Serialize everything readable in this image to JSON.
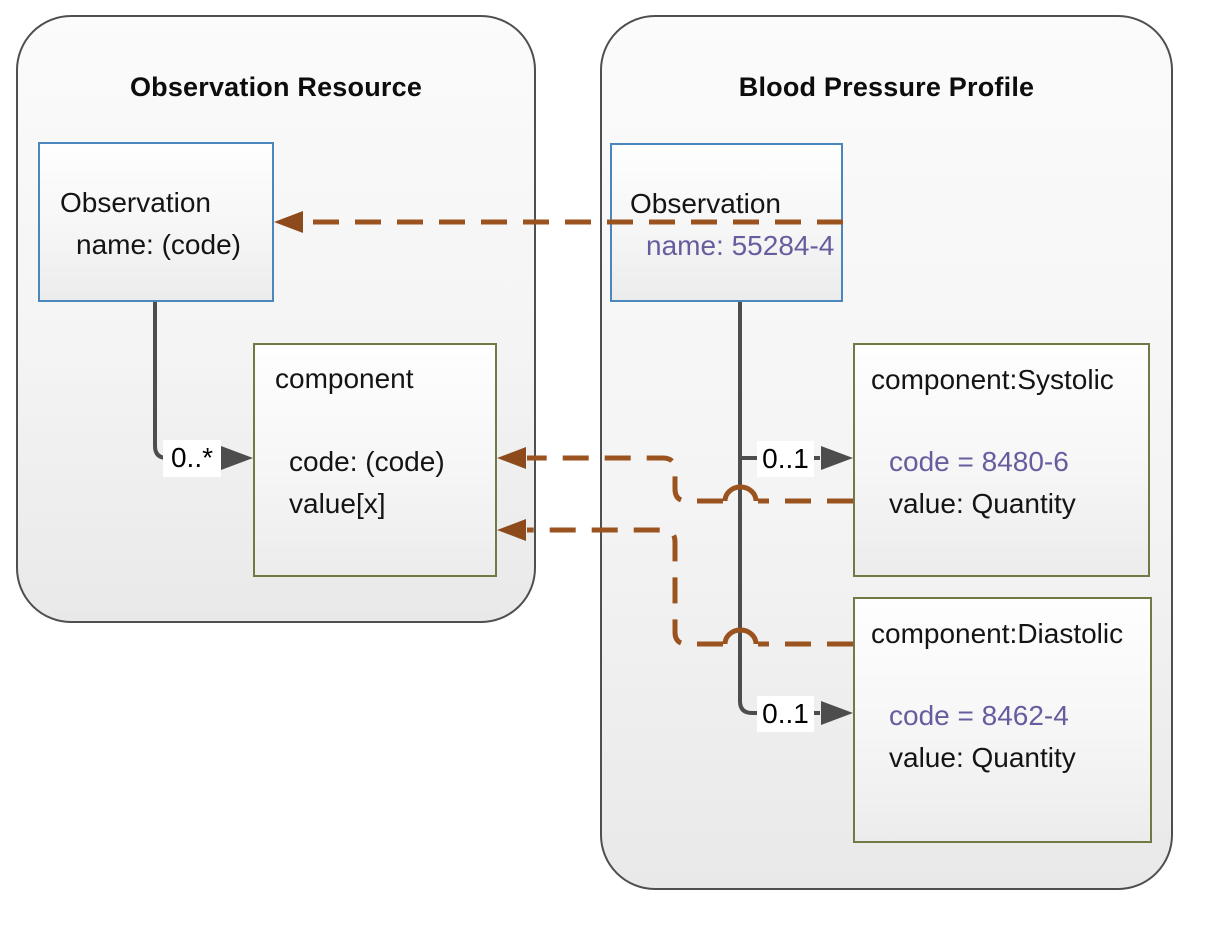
{
  "left_panel": {
    "title": "Observation Resource",
    "observation": {
      "name": "Observation",
      "attribute": "name: (code)"
    },
    "component": {
      "name": "component",
      "code": "code: (code)",
      "value": "value[x]"
    },
    "multiplicity": "0..*"
  },
  "right_panel": {
    "title": "Blood Pressure Profile",
    "observation": {
      "name": "Observation",
      "attribute": "name: 55284-4"
    },
    "systolic": {
      "name": "component:Systolic",
      "code": "code = 8480-6",
      "value": "value: Quantity",
      "multiplicity": "0..1"
    },
    "diastolic": {
      "name": "component:Diastolic",
      "code": "code = 8462-4",
      "value": "value: Quantity",
      "multiplicity": "0..1"
    }
  },
  "colors": {
    "container_border": "#4f4f4f",
    "observation_box_border": "#4b86bd",
    "component_box_border": "#6f7b44",
    "containment_connector_gray": "#4d4d4d",
    "reference_connector_brown": "#9a531f",
    "reference_arrowhead_brown": "#8d4a1c",
    "profile_fixed_value_purple": "#695c9e"
  }
}
